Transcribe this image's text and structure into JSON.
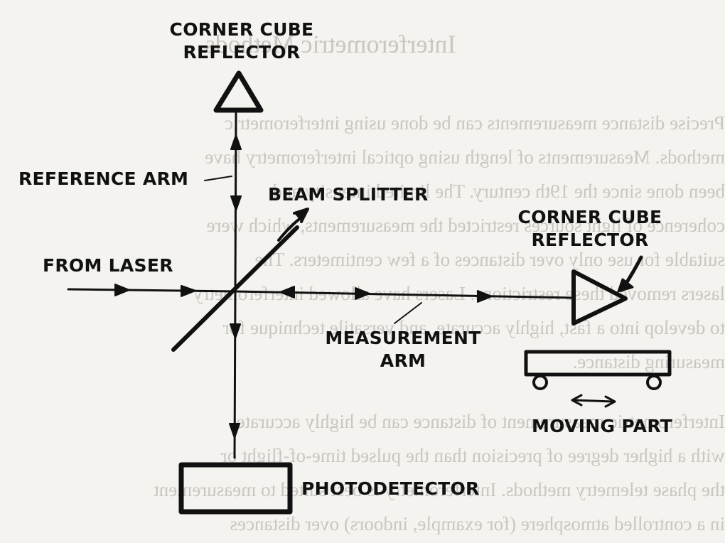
{
  "labels": {
    "top_reflector": [
      "CORNER CUBE",
      "REFLECTOR"
    ],
    "reference_arm": "REFERENCE ARM",
    "beam_splitter": "BEAM SPLITTER",
    "right_reflector": [
      "CORNER CUBE",
      "REFLECTOR"
    ],
    "from_laser": "FROM LASER",
    "measurement_arm": [
      "MEASUREMENT",
      "ARM"
    ],
    "moving_part": "MOVING PART",
    "photodetector": "PHOTODETECTOR"
  },
  "bleed_through": {
    "heading": "Interferometric Methods",
    "lines": [
      "Precise distance measurements can be done using interferometric",
      "methods. Measurements of length using optical interferometry have",
      "been done since the 19th century. The limited intensity and",
      "coherence of light sources restricted the measurements, which were",
      "suitable for use only over distances of a few centimeters. The",
      "lasers removed these restrictions. Lasers have allowed interferometry",
      "to develop into a fast, highly accurate, and versatile technique for",
      "measuring distance.",
      "Interferometric measurement of distance can be highly accurate,",
      "with a higher degree of precision than the pulsed time-of-flight or",
      "the phase telemetry methods. Interferometry is best suited to measurement",
      "in a controlled atmosphere (for example, indoors) over distances"
    ]
  }
}
